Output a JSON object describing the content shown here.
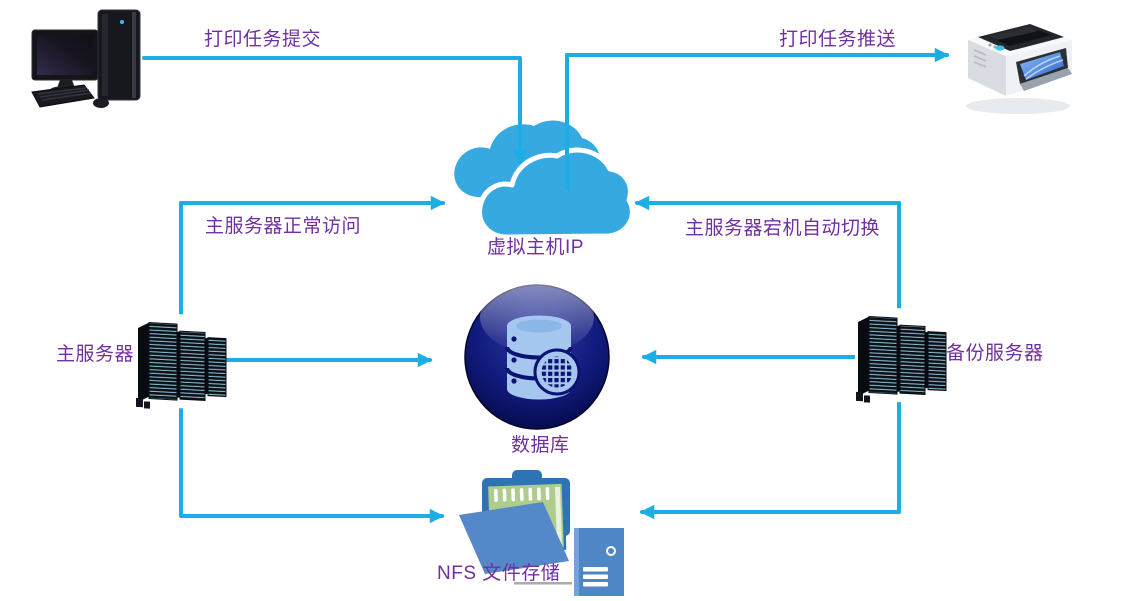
{
  "diagram": {
    "type": "network-architecture",
    "background": "#FFFFFF",
    "colors": {
      "connector": "#1CADE4",
      "label_text": "#7030A0",
      "cloud_blue": "#36A9E1",
      "database_sphere_navy": "#0A1272",
      "database_icon_blue": "#A4C6EF",
      "folder_front_blue": "#5588C8",
      "folder_back_blue": "#2E74B5",
      "notebook_green": "#AECC8C",
      "mini_server_blue": "#4E86C6"
    },
    "nodes": {
      "client_pc": {
        "icon": "desktop-computer-icon",
        "label": ""
      },
      "printer": {
        "icon": "printer-icon",
        "label": ""
      },
      "virtual_host": {
        "icon": "cloud-icon",
        "label": "虚拟主机IP"
      },
      "database": {
        "icon": "database-sphere-icon",
        "label": "数据库"
      },
      "primary_server": {
        "icon": "server-rack-icon",
        "label": "主服务器"
      },
      "backup_server": {
        "icon": "server-rack-icon",
        "label": "备份服务器"
      },
      "nfs_storage": {
        "icon": "folder-storage-icon",
        "label": "NFS 文件存储"
      }
    },
    "edges": {
      "print_submit": {
        "label": "打印任务提交",
        "from": "client_pc",
        "to": "virtual_host"
      },
      "print_push": {
        "label": "打印任务推送",
        "from": "virtual_host",
        "to": "printer"
      },
      "primary_access": {
        "label": "主服务器正常访问",
        "from": "primary_server",
        "to": "virtual_host"
      },
      "failover": {
        "label": "主服务器宕机自动切换",
        "from": "backup_server",
        "to": "virtual_host"
      },
      "primary_to_db": {
        "label": "",
        "from": "primary_server",
        "to": "database"
      },
      "backup_to_db": {
        "label": "",
        "from": "backup_server",
        "to": "database"
      },
      "primary_to_nfs": {
        "label": "",
        "from": "primary_server",
        "to": "nfs_storage"
      },
      "backup_to_nfs": {
        "label": "",
        "from": "backup_server",
        "to": "nfs_storage"
      }
    }
  }
}
